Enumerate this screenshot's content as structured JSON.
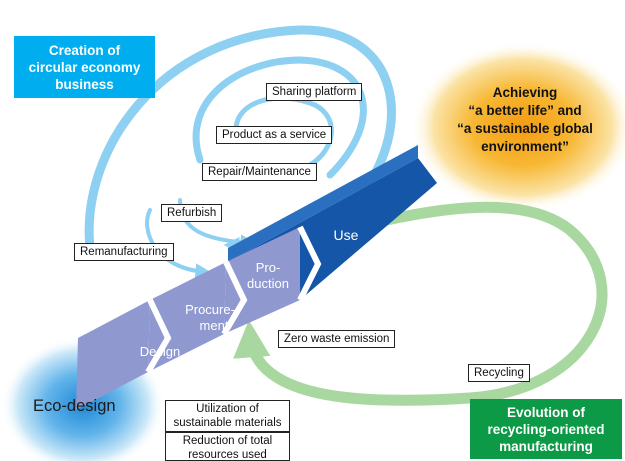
{
  "panels": {
    "circular": "Creation of\ncircular economy\nbusiness",
    "recycling_oriented": "Evolution of\nrecycling-oriented\nmanufacturing"
  },
  "goal": "Achieving\n“a better life” and\n“a sustainable global\nenvironment”",
  "eco_design": "Eco-design",
  "stages": {
    "design": "Design",
    "procurement_1": "Procure-",
    "procurement_2": "ment",
    "production_1": "Pro-",
    "production_2": "duction",
    "use": "Use"
  },
  "loops": {
    "sharing": "Sharing platform",
    "product_service": "Product as a service",
    "repair": "Repair/Maintenance",
    "refurbish": "Refurbish",
    "remanufacturing": "Remanufacturing",
    "zero_waste": "Zero waste emission",
    "recycling": "Recycling"
  },
  "eco_items": {
    "sustainable_materials": "Utilization of\nsustainable materials",
    "reduction": "Reduction of total\nresources used"
  },
  "colors": {
    "light_blue_arrow": "#8ed0f1",
    "green_arrow": "#a8d8a0",
    "dark_blue": "#1656a8",
    "stage_lavender": "#8f98cf",
    "cyan_panel": "#00aeef",
    "green_panel": "#0c9a46",
    "orange_glow": "#f4a11c"
  }
}
